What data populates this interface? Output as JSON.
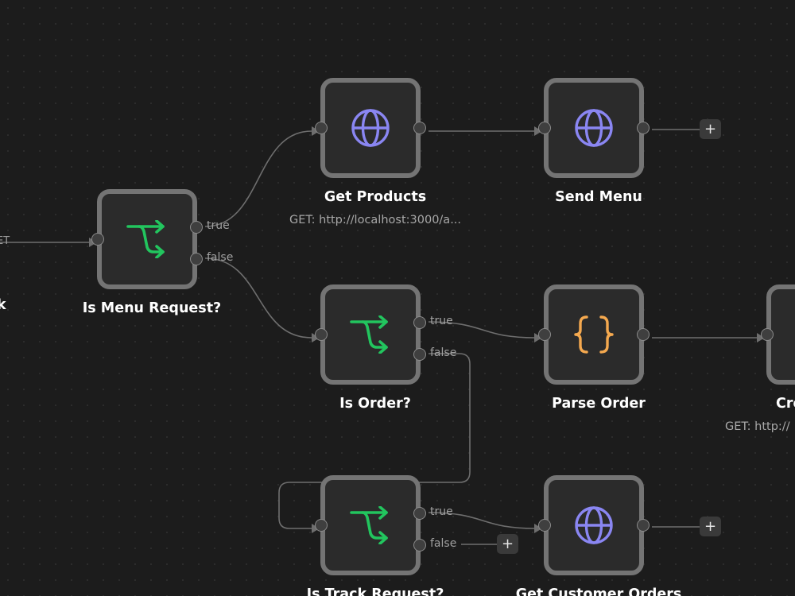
{
  "nodes": {
    "is_menu_request": {
      "title": "Is Menu Request?",
      "true_label": "true",
      "false_label": "false"
    },
    "get_products": {
      "title": "Get Products",
      "subtitle": "GET: http://localhost:3000/a..."
    },
    "send_menu": {
      "title": "Send Menu"
    },
    "is_order": {
      "title": "Is Order?",
      "true_label": "true",
      "false_label": "false"
    },
    "parse_order": {
      "title": "Parse Order"
    },
    "create_partial": {
      "title": "Cre",
      "subtitle": "GET: http://"
    },
    "is_track_request": {
      "title": "Is Track Request?",
      "true_label": "true",
      "false_label": "false"
    },
    "get_customer_orders": {
      "title": "Get Customer Orders"
    }
  },
  "offscreen": {
    "edge_label": "ET",
    "node_title_fragment": "k"
  },
  "controls": {
    "add_label": "+"
  },
  "icons": {
    "if_node": "branch-split-icon",
    "http_node": "globe-icon",
    "code_node": "curly-braces-icon"
  },
  "colors": {
    "canvas": "#1c1c1c",
    "node_fill": "#2b2b2b",
    "node_border": "#747474",
    "branch_icon": "#22c55e",
    "globe_icon": "#8a86f2",
    "braces_icon": "#f5a94f",
    "edge": "#6e6e6e"
  }
}
